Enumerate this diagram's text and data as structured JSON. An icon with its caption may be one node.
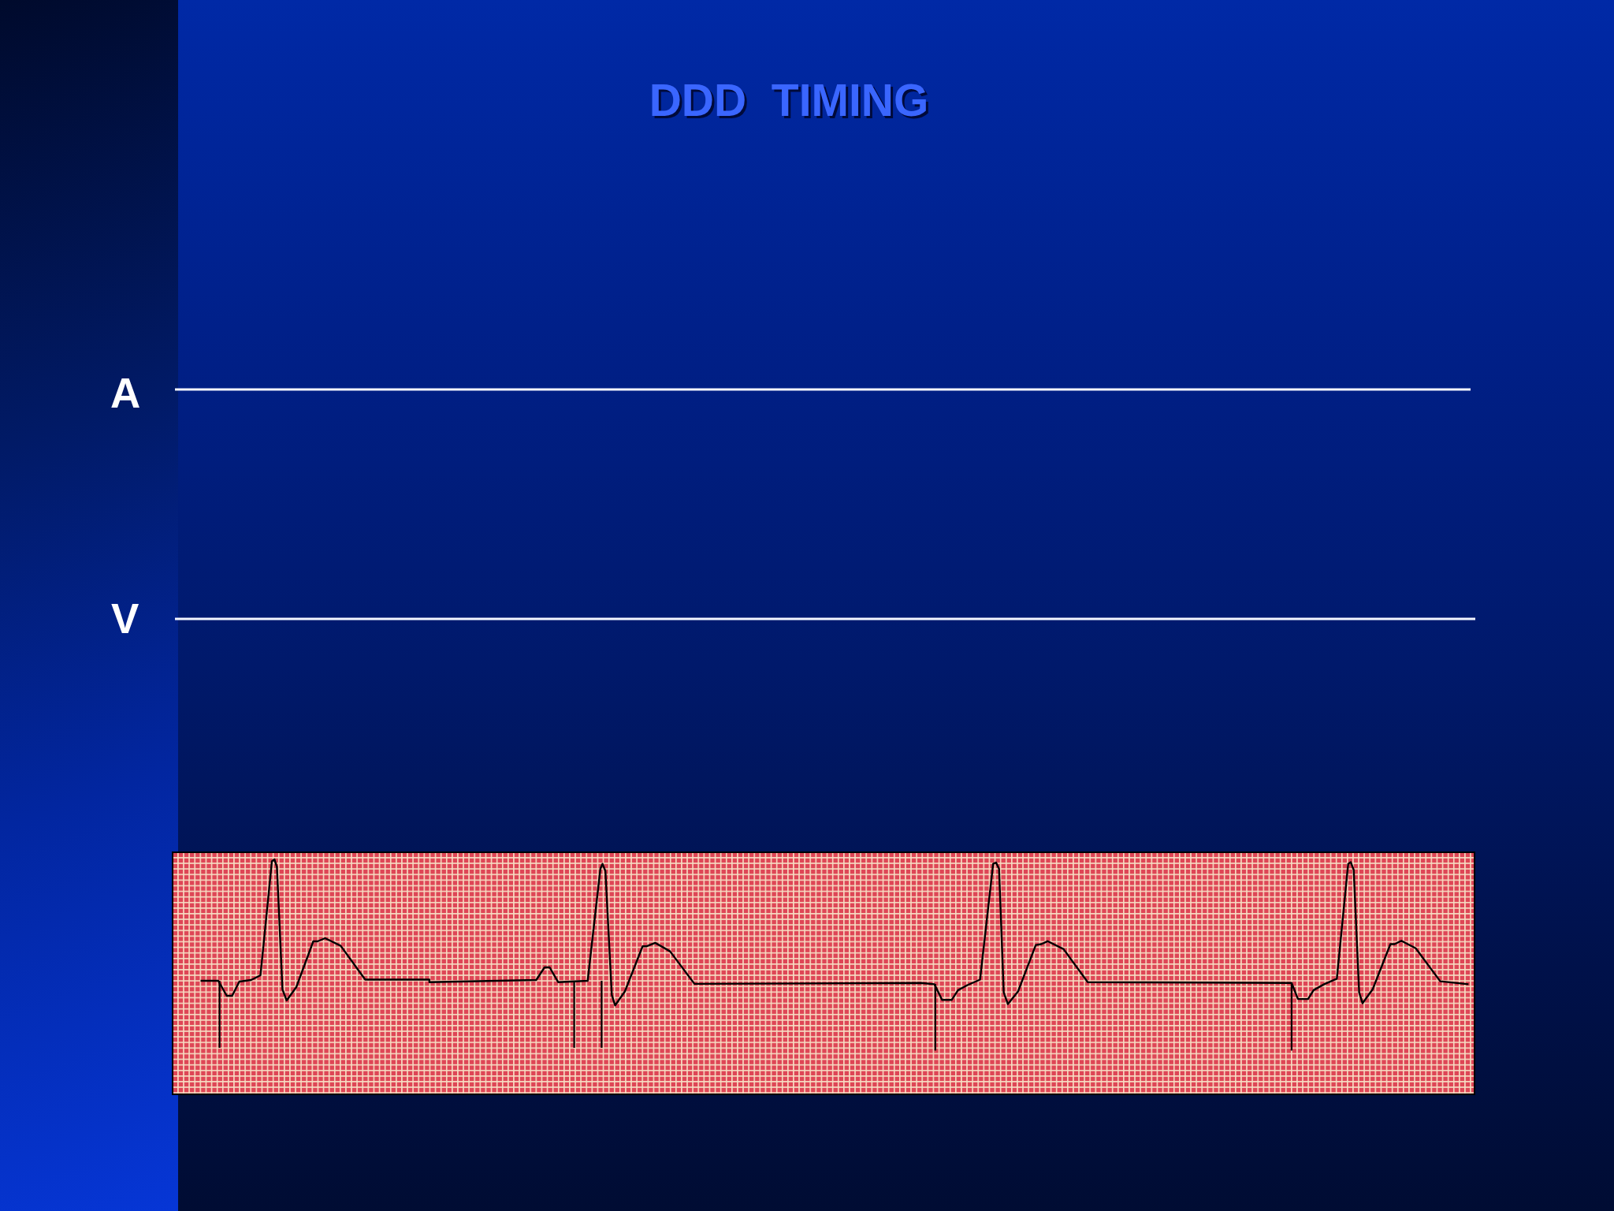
{
  "diagram": {
    "title": "DDD  TIMING",
    "labels": [
      "A",
      "V"
    ]
  }
}
